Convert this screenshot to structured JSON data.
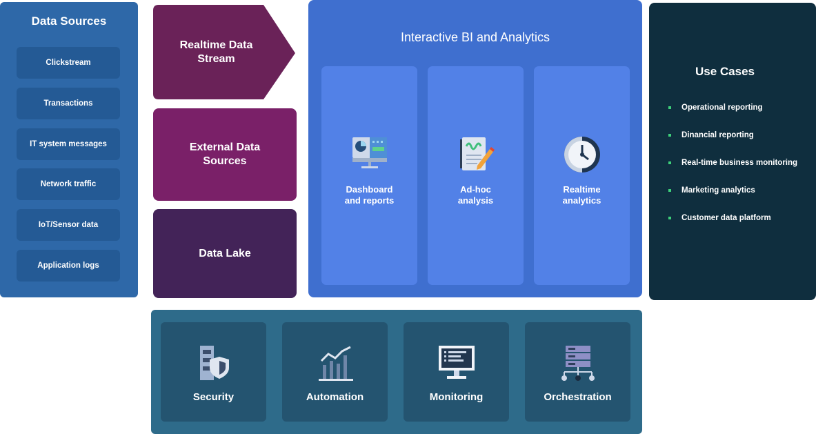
{
  "data_sources": {
    "title": "Data Sources",
    "items": [
      "Clickstream",
      "Transactions",
      "IT system messages",
      "Network traffic",
      "IoT/Sensor data",
      "Application logs"
    ]
  },
  "middle": {
    "stream": "Realtime Data Stream",
    "external": "External Data Sources",
    "lake": "Data Lake"
  },
  "bi": {
    "title": "Interactive BI and Analytics",
    "cards": [
      {
        "label": "Dashboard\nand reports",
        "icon": "dashboard-icon"
      },
      {
        "label": "Ad-hoc\nanalysis",
        "icon": "notepad-pencil-icon"
      },
      {
        "label": "Realtime\nanalytics",
        "icon": "clock-icon"
      }
    ]
  },
  "use_cases": {
    "title": "Use Cases",
    "items": [
      "Operational reporting",
      "Dinancial reporting",
      "Real-time business monitoring",
      "Marketing analytics",
      "Customer data platform"
    ]
  },
  "bottom": [
    {
      "label": "Security",
      "icon": "server-shield-icon"
    },
    {
      "label": "Automation",
      "icon": "growth-chart-icon"
    },
    {
      "label": "Monitoring",
      "icon": "monitor-icon"
    },
    {
      "label": "Orchestration",
      "icon": "server-network-icon"
    }
  ],
  "colors": {
    "data_sources": "#2e68a8",
    "stream": "#6a2258",
    "external": "#7a2068",
    "lake": "#432358",
    "bi": "#3f6fcf",
    "use_cases": "#0f2e3e",
    "bottom": "#2e6b8a",
    "bullet": "#3dd07a"
  }
}
